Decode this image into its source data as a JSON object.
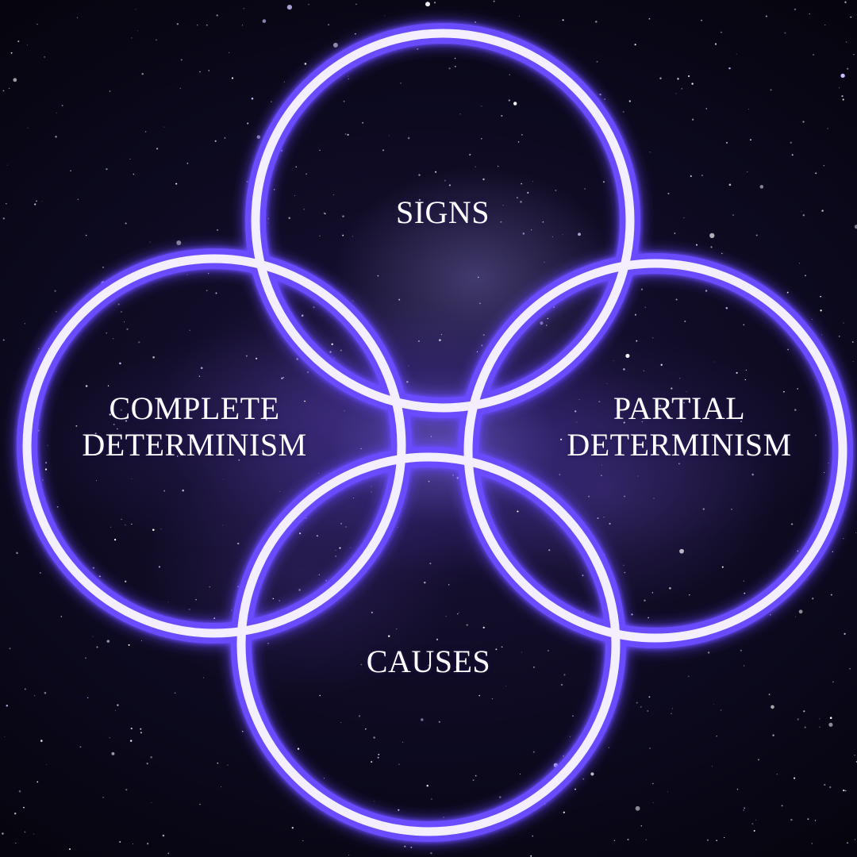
{
  "diagram": {
    "circles": [
      {
        "label_lines": [
          "SIGNS"
        ]
      },
      {
        "label_lines": [
          "COMPLETE",
          "DETERMINISM"
        ]
      },
      {
        "label_lines": [
          "PARTIAL",
          "DETERMINISM"
        ]
      },
      {
        "label_lines": [
          "CAUSES"
        ]
      }
    ],
    "colors": {
      "ring": "#f4eeff",
      "glow": "#6a4cff",
      "background": "#05040c",
      "text": "#ffffff"
    }
  }
}
